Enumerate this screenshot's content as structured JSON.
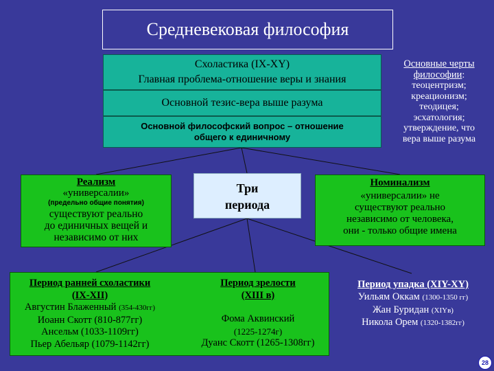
{
  "title": "Средневековая философия",
  "scholastic": {
    "line1": "Схоластика (IX-XY)",
    "line2": "Главная проблема-отношение веры и знания"
  },
  "thesis": "Основной тезис-вера выше разума",
  "question": {
    "line1": "Основной философский вопрос – отношение",
    "line2": "общего к единичному"
  },
  "features": {
    "title1": "Основные черты",
    "title2": "философии",
    "title_colon": ":",
    "items": [
      "теоцентризм;",
      "креационизм;",
      "теодицея;",
      "эсхатология;",
      "утверждение, что",
      "вера выше разума"
    ]
  },
  "realism": {
    "name": "Реализм",
    "universals": "«универсалии»",
    "note": "(предельно общие понятия)",
    "desc1": "существуют реально",
    "desc2": "до единичных вещей и",
    "desc3": "независимо от них"
  },
  "periods": {
    "line1": "Три",
    "line2": "периода"
  },
  "nominalism": {
    "name": "Номинализм",
    "desc1": "«универсалии» не",
    "desc2": "существуют реально",
    "desc3": "независимо от человека,",
    "desc4": "они - только общие имена"
  },
  "early": {
    "header1": "Период ранней схоластики",
    "header2": "(IX-XII)",
    "p1_name": "Августин Блаженный",
    "p1_years": "(354-430гг)",
    "p2": "Иоанн Скотт (810-877гг)",
    "p3": "Ансельм (1033-1109гг)",
    "p4": "Пьер Абельяр (1079-1142гг)"
  },
  "mature": {
    "header1": "Период зрелости",
    "header2": "(XIII в)",
    "p1": "Фома Аквинский",
    "p1_years": "(1225-1274г)",
    "p2": "Дуанс Скотт (1265-1308гг)"
  },
  "late": {
    "header": "Период упадка (XIY-XY)",
    "p1_name": "Уильям Оккам",
    "p1_years": "(1300-1350 гг)",
    "p2_name": "Жан Буридан",
    "p2_years": "(XIYв)",
    "p3_name": "Никола Орем",
    "p3_years": "(1320-1382гг)"
  },
  "page_number": "28",
  "colors": {
    "background": "#39399a",
    "teal": "#17b39a",
    "green": "#19c21c",
    "light_blue": "#ddeeff",
    "line": "#111111"
  }
}
